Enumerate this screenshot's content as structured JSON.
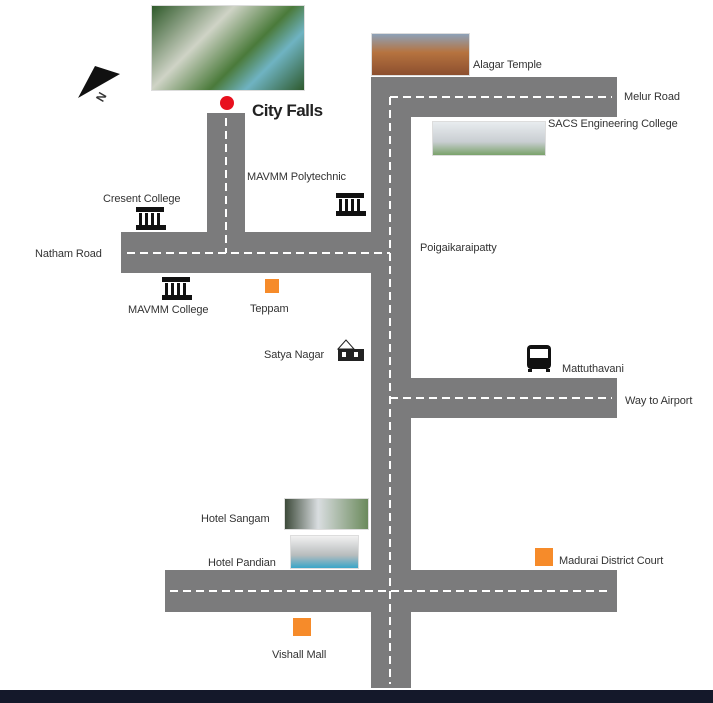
{
  "map": {
    "title": "City Falls",
    "compass_label": "N",
    "roads": {
      "natham": "Natham Road",
      "melur": "Melur Road",
      "airport": "Way to Airport"
    },
    "places": {
      "alagar_temple": "Alagar Temple",
      "sacs": "SACS Engineering College",
      "polytechnic": "MAVMM Polytechnic",
      "cresent": "Cresent College",
      "poigai": "Poigaikaraipatty",
      "mavmm_college": "MAVMM College",
      "teppam": "Teppam",
      "satya_nagar": "Satya Nagar",
      "mattuthavani": "Mattuthavani",
      "hotel_sangam": "Hotel Sangam",
      "hotel_pandian": "Hotel Pandian",
      "court": "Madurai District Court",
      "vishall_mall": "Vishall Mall"
    },
    "colors": {
      "road": "#7b7b7c",
      "marker": "#e8101e",
      "landmark": "#f68b2a",
      "footer": "#14182a"
    }
  }
}
